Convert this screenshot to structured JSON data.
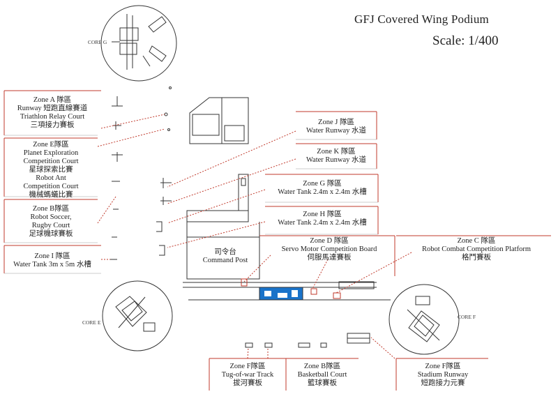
{
  "title": "GFJ Covered Wing Podium",
  "scale": "Scale: 1/400",
  "cores": {
    "g": "CORE G",
    "e": "CORE E",
    "f": "CORE F"
  },
  "command_post": {
    "cn": "司令台",
    "en": "Command Post"
  },
  "zones": {
    "a": [
      "Zone A 隊區",
      "Runway 短跑直線賽道",
      "Triathlon Relay Court",
      "三項接力賽板"
    ],
    "e": [
      "Zone E隊區",
      "Planet Exploration",
      "Competition Court",
      "星球探索比賽",
      "Robot Ant",
      "Competition Court",
      "機械螞蟻比賽"
    ],
    "b": [
      "Zone B隊區",
      "Robot Soccer,",
      "Rugby Court",
      "足球機球賽板"
    ],
    "i": [
      "Zone I 隊區",
      "Water Tank 3m x 5m 水槽"
    ],
    "j": [
      "Zone J 隊區",
      "Water Runway 水道"
    ],
    "k": [
      "Zone K 隊區",
      "Water Runway 水道"
    ],
    "g": [
      "Zone G 隊區",
      "Water Tank 2.4m x 2.4m 水槽"
    ],
    "h": [
      "Zone H 隊區",
      "Water Tank 2.4m x 2.4m 水槽"
    ],
    "d": [
      "Zone D 隊區",
      "Servo Motor Competition Board",
      "伺服馬達賽板"
    ],
    "c": [
      "Zone C 隊區",
      "Robot Combat Competition Platform",
      "格鬥賽板"
    ],
    "f_tug": [
      "Zone F隊區",
      "Tug-of-war Track",
      "拔河賽板"
    ],
    "b_basket": [
      "Zone B隊區",
      "Basketball Court",
      "籃球賽板"
    ],
    "f_stadium": [
      "Zone F隊區",
      "Stadium Runway",
      "短跑接力元賽"
    ]
  },
  "colors": {
    "leader": "#c0392b",
    "zone_d_fill": "#1a73c9",
    "line": "#333333"
  }
}
